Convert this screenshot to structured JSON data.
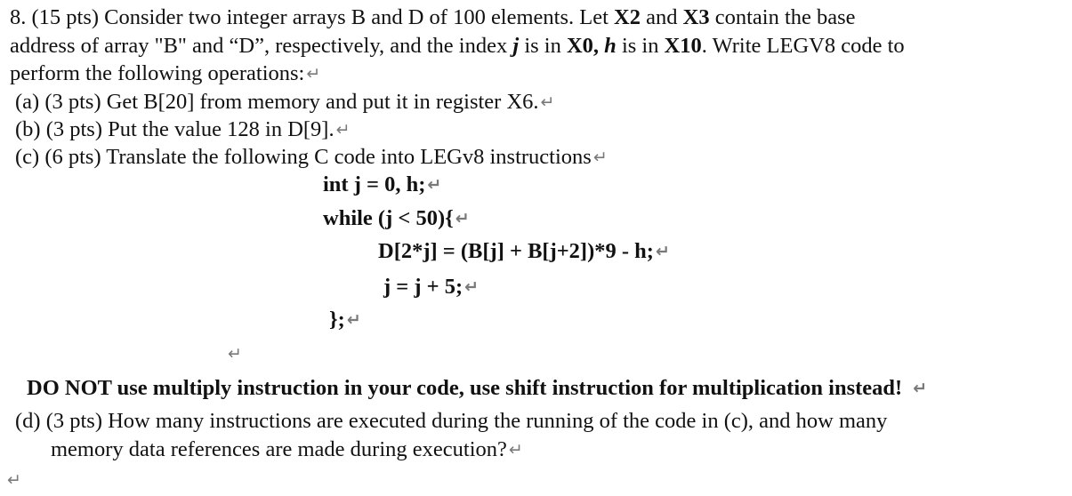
{
  "question": {
    "line1": {
      "prefix": "8. (15 pts) Consider two integer arrays B and D of 100 elements. Let ",
      "x2": "X2",
      "and": " and ",
      "x3": "X3",
      "suffix": " contain the base"
    },
    "line2": {
      "prefix": "address of array \"B\" and “D”, respectively, and the index ",
      "j": "j",
      "is_in1": " is in ",
      "x0": "X0,",
      "space": " ",
      "h": "h",
      "is_in2": " is in ",
      "x10": "X10",
      "suffix": ". Write LEGV8 code to"
    },
    "line3": "perform the following operations:"
  },
  "parts": {
    "a": "(a) (3 pts) Get B[20] from memory and put it in register X6.",
    "b": "(b) (3 pts) Put the value 128 in D[9].",
    "c": "(c) (6 pts) Translate the following C code into LEGv8 instructions",
    "d_line1": "(d) (3 pts) How many instructions are executed during the running of the code in (c), and how many",
    "d_line2": "memory data references are made during execution?"
  },
  "code": {
    "line1": "int j = 0, h;",
    "line2": "while (j < 50){",
    "line3": "D[2*j] = (B[j] + B[j+2])*9 - h;",
    "line4": "j = j + 5;",
    "line5": "};"
  },
  "warning": "DO NOT use multiply instruction in your code, use shift instruction for multiplication instead!",
  "paragraph_mark": "↵"
}
